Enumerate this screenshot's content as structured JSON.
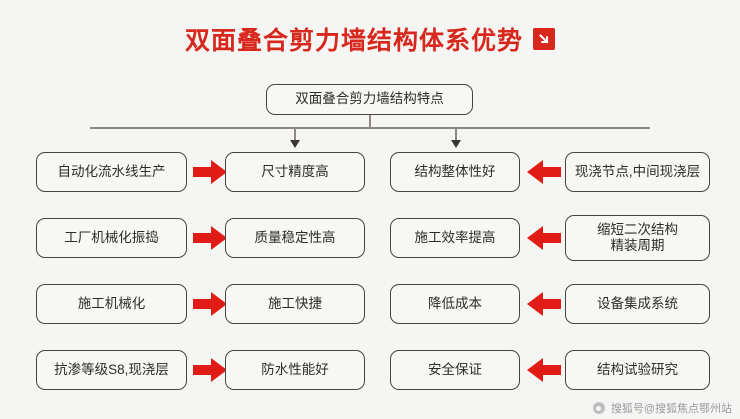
{
  "header": {
    "title": "双面叠合剪力墙结构体系优势",
    "badge_icon": "arrow-down-right-icon"
  },
  "diagram": {
    "root": {
      "label": "双面叠合剪力墙结构特点"
    },
    "rows": [
      {
        "left_cause": "自动化流水线生产",
        "left_arrow_icon": "arrow-right-icon",
        "left_effect": "尺寸精度高",
        "right_effect": "结构整体性好",
        "right_arrow_icon": "arrow-left-icon",
        "right_cause": "现浇节点,中间现浇层",
        "right_cause_line2": ""
      },
      {
        "left_cause": "工厂机械化振捣",
        "left_arrow_icon": "arrow-right-icon",
        "left_effect": "质量稳定性高",
        "right_effect": "施工效率提高",
        "right_arrow_icon": "arrow-left-icon",
        "right_cause": "缩短二次结构",
        "right_cause_line2": "精装周期"
      },
      {
        "left_cause": "施工机械化",
        "left_arrow_icon": "arrow-right-icon",
        "left_effect": "施工快捷",
        "right_effect": "降低成本",
        "right_arrow_icon": "arrow-left-icon",
        "right_cause": "设备集成系统",
        "right_cause_line2": ""
      },
      {
        "left_cause": "抗渗等级S8,现浇层",
        "left_arrow_icon": "arrow-right-icon",
        "left_effect": "防水性能好",
        "right_effect": "安全保证",
        "right_arrow_icon": "arrow-left-icon",
        "right_cause": "结构试验研究",
        "right_cause_line2": ""
      }
    ]
  },
  "watermark": {
    "text": "搜狐号@搜狐焦点鄂州站",
    "logo_icon": "sohu-logo-icon"
  },
  "colors": {
    "accent_red": "#d8281e",
    "arrow_red": "#e11b16",
    "box_border": "#4a4340",
    "background": "#f5f6f4",
    "connector": "#8d8884"
  }
}
